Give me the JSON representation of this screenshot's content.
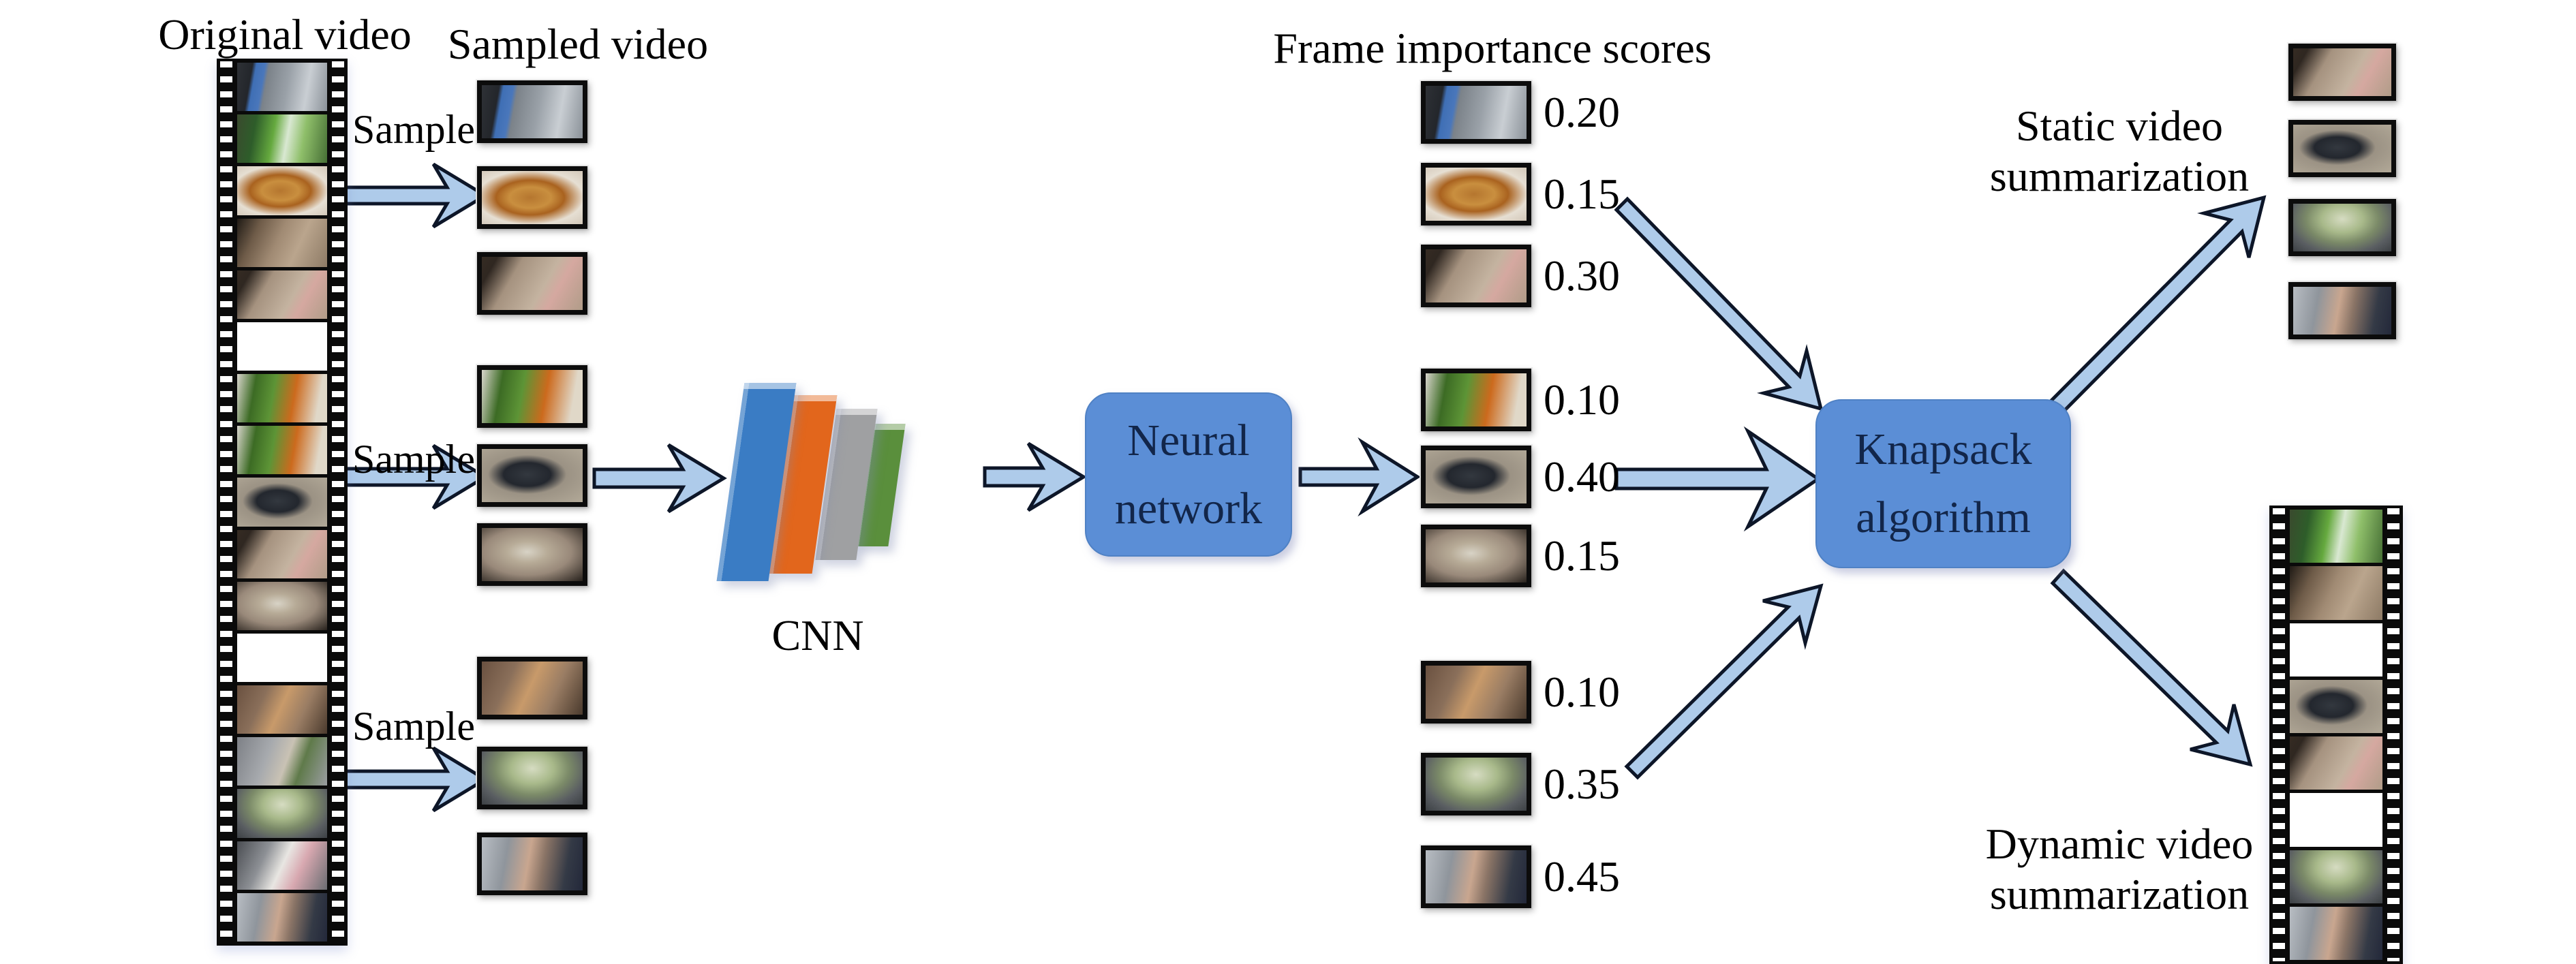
{
  "labels": {
    "original_video": "Original video",
    "sampled_video": "Sampled video",
    "sample": "Sample",
    "cnn": "CNN",
    "neural_network": [
      "Neural",
      "network"
    ],
    "frame_scores_title": "Frame importance scores",
    "knapsack": [
      "Knapsack",
      "algorithm"
    ],
    "static_summary": [
      "Static video",
      "summarization"
    ],
    "dynamic_summary": [
      "Dynamic video",
      "summarization"
    ]
  },
  "original_strip": {
    "frames": [
      "street",
      "storefront",
      "burger",
      "hand-food",
      "bird-feed",
      "blank",
      "sandwich",
      "sandwich",
      "pigeon",
      "bird-feed",
      "cup",
      "blank",
      "car-snack",
      "peeling",
      "green-bundle",
      "white-bird",
      "street-person"
    ]
  },
  "sampled": {
    "groups": [
      [
        "street",
        "burger",
        "bird-feed"
      ],
      [
        "sandwich",
        "pigeon",
        "cup"
      ],
      [
        "car-snack",
        "green-bundle",
        "street-person"
      ]
    ]
  },
  "scores": {
    "rows": [
      {
        "frame": "street",
        "score": "0.20"
      },
      {
        "frame": "burger",
        "score": "0.15"
      },
      {
        "frame": "bird-feed",
        "score": "0.30"
      },
      {
        "frame": "sandwich",
        "score": "0.10"
      },
      {
        "frame": "pigeon",
        "score": "0.40"
      },
      {
        "frame": "cup",
        "score": "0.15"
      },
      {
        "frame": "car-snack",
        "score": "0.10"
      },
      {
        "frame": "green-bundle",
        "score": "0.35"
      },
      {
        "frame": "street-person",
        "score": "0.45"
      }
    ]
  },
  "static_summary_frames": [
    "bird-feed",
    "pigeon",
    "green-bundle",
    "street-person"
  ],
  "dynamic_strip": {
    "frames": [
      "storefront",
      "hand-food",
      "blank",
      "pigeon",
      "bird-feed",
      "blank",
      "green-bundle",
      "street-person"
    ]
  },
  "colors": {
    "arrow_fill": "#aecbea",
    "arrow_stroke": "#0d1628",
    "box_fill": "#5b8ed6",
    "box_text": "#12264a",
    "cnn_layers": [
      "#3a7cc4",
      "#e2661c",
      "#9fa0a2",
      "#5a8f3c"
    ]
  }
}
